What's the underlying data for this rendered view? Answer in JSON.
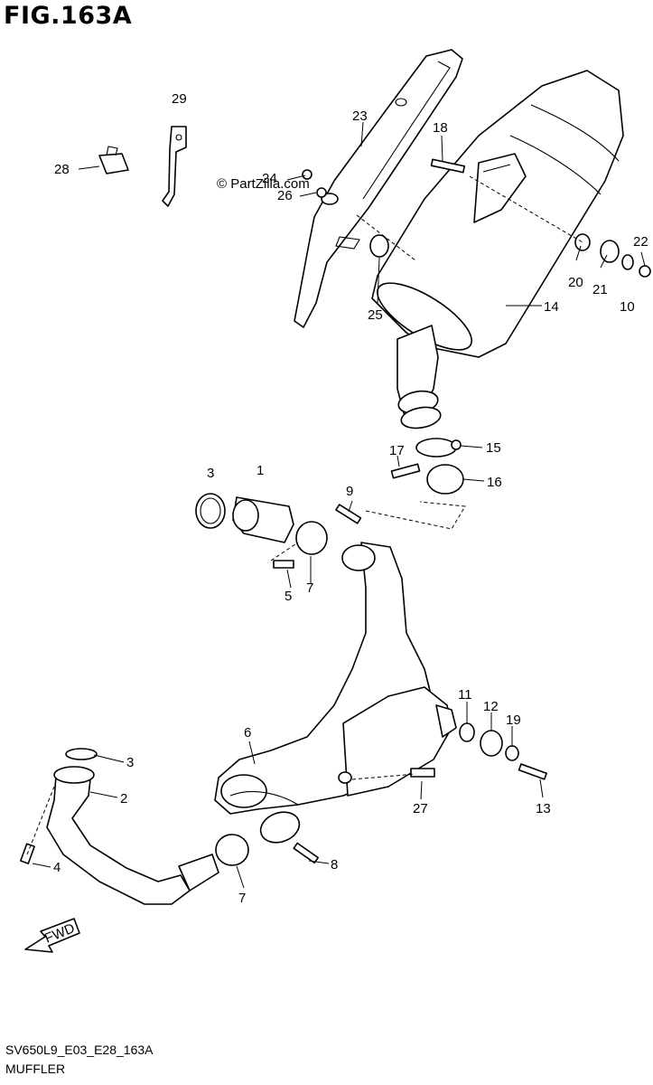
{
  "figure": {
    "title": "FIG.163A",
    "code": "SV650L9_E03_E28_163A",
    "caption": "MUFFLER",
    "watermark": "© PartZilla.com",
    "fwd_label": "FWD"
  },
  "callouts": [
    {
      "id": "c1",
      "num": "1"
    },
    {
      "id": "c2",
      "num": "2"
    },
    {
      "id": "c3a",
      "num": "3"
    },
    {
      "id": "c3b",
      "num": "3"
    },
    {
      "id": "c4",
      "num": "4"
    },
    {
      "id": "c5",
      "num": "5"
    },
    {
      "id": "c6",
      "num": "6"
    },
    {
      "id": "c7a",
      "num": "7"
    },
    {
      "id": "c7b",
      "num": "7"
    },
    {
      "id": "c8",
      "num": "8"
    },
    {
      "id": "c9",
      "num": "9"
    },
    {
      "id": "c10",
      "num": "10"
    },
    {
      "id": "c11",
      "num": "11"
    },
    {
      "id": "c12",
      "num": "12"
    },
    {
      "id": "c13",
      "num": "13"
    },
    {
      "id": "c14",
      "num": "14"
    },
    {
      "id": "c15",
      "num": "15"
    },
    {
      "id": "c16",
      "num": "16"
    },
    {
      "id": "c17",
      "num": "17"
    },
    {
      "id": "c18",
      "num": "18"
    },
    {
      "id": "c19",
      "num": "19"
    },
    {
      "id": "c20",
      "num": "20"
    },
    {
      "id": "c21",
      "num": "21"
    },
    {
      "id": "c22",
      "num": "22"
    },
    {
      "id": "c23",
      "num": "23"
    },
    {
      "id": "c24",
      "num": "24"
    },
    {
      "id": "c25",
      "num": "25"
    },
    {
      "id": "c26",
      "num": "26"
    },
    {
      "id": "c27",
      "num": "27"
    },
    {
      "id": "c28",
      "num": "28"
    },
    {
      "id": "c29",
      "num": "29"
    }
  ]
}
